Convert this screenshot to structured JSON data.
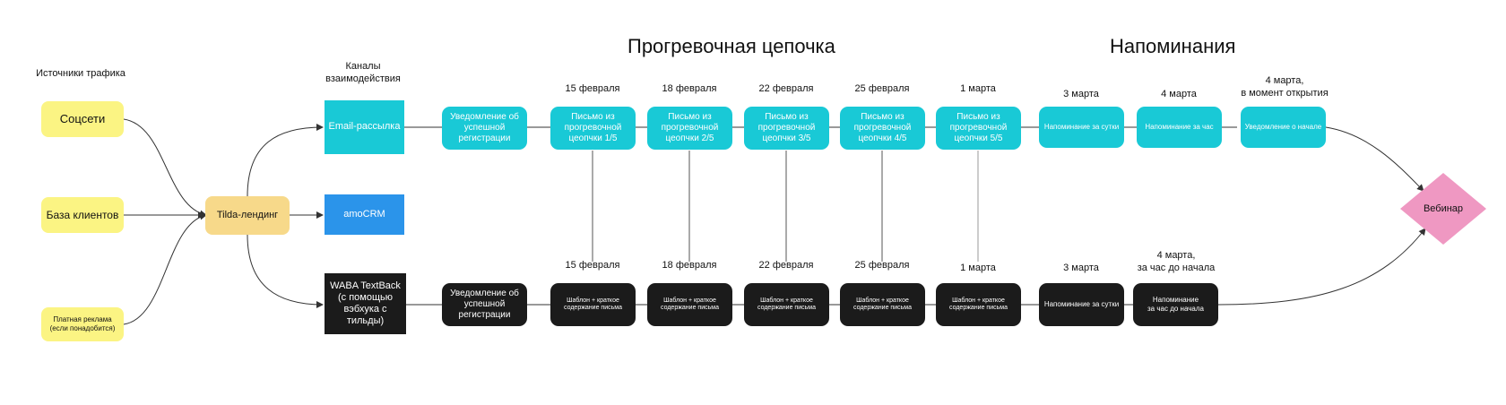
{
  "headings": {
    "warmup": "Прогревочная цепочка",
    "reminders": "Напоминания"
  },
  "column_labels": {
    "sources": "Источники трафика",
    "channels": "Каналы\nвзаимодействия"
  },
  "sources": [
    "Соцсети",
    "База клиентов",
    "Платная реклама\n(если понадобится)"
  ],
  "landing": "Tilda-лендинг",
  "channels": {
    "email": "Email-рассылка",
    "crm": "amoCRM",
    "waba": "WABA TextBack\n(с помощью\nвэбхука с\nтильды)"
  },
  "email_chain": {
    "success_note": "Уведомление об\nуспешной\nрегистрации",
    "letters": [
      {
        "date": "15 февраля",
        "text": "Письмо из\nпрогревочной\nцеопчки 1/5"
      },
      {
        "date": "18 февраля",
        "text": "Письмо из\nпрогревочной\nцеопчки 2/5"
      },
      {
        "date": "22 февраля",
        "text": "Письмо из\nпрогревочной\nцеопчки 3/5"
      },
      {
        "date": "25 февраля",
        "text": "Письмо из\nпрогревочной\nцеопчки 4/5"
      },
      {
        "date": "1 марта",
        "text": "Письмо из\nпрогревочной\nцеопчки 5/5"
      }
    ],
    "reminders": [
      {
        "date": "3 марта",
        "text": "Напоминание за сутки"
      },
      {
        "date": "4 марта",
        "text": "Напоминание за час"
      },
      {
        "date": "4 марта,\nв момент открытия",
        "text": "Уведомление о начале"
      }
    ]
  },
  "waba_chain": {
    "success_note": "Уведомление об\nуспешной\nрегистрации",
    "templates": [
      {
        "date": "15 февраля",
        "text": "Шаблон + краткое\nсодержание письма"
      },
      {
        "date": "18 февраля",
        "text": "Шаблон + краткое\nсодержание письма"
      },
      {
        "date": "22 февраля",
        "text": "Шаблон + краткое\nсодержание письма"
      },
      {
        "date": "25 февраля",
        "text": "Шаблон + краткое\nсодержание письма"
      },
      {
        "date": "1 марта",
        "text": "Шаблон + краткое\nсодержание письма"
      }
    ],
    "reminders": [
      {
        "date": "3 марта",
        "text": "Напоминание за сутки"
      },
      {
        "date": "4 марта,\nза час до начала",
        "text": "Напоминание\nза час до начала"
      }
    ]
  },
  "webinar": "Вебинар",
  "colors": {
    "source": "#fbf483",
    "landing": "#f7d98a",
    "email": "#19c9d6",
    "crm": "#2b94ea",
    "waba": "#1b1b1b",
    "webinar": "#ef98c2"
  }
}
